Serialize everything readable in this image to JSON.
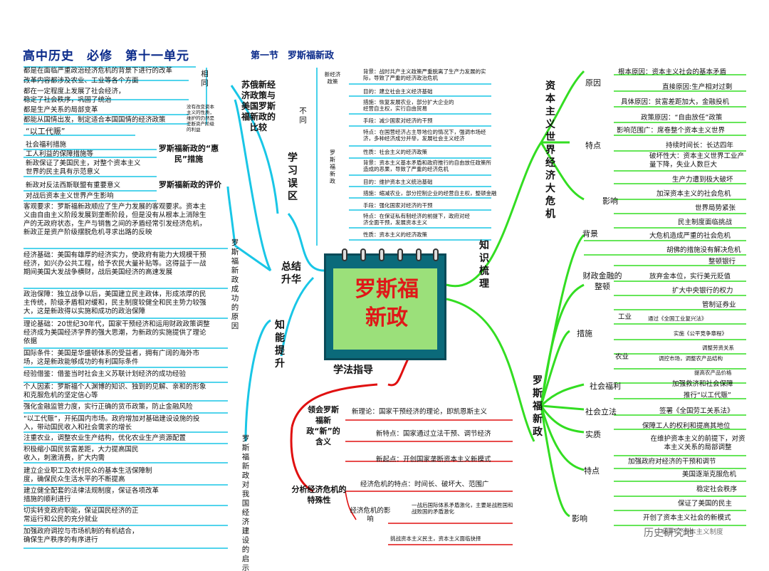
{
  "header": {
    "title": "高中历史　必修　第十一单元",
    "subtitle": "第一节　罗斯福新政"
  },
  "center": {
    "title": "罗斯福新政"
  },
  "branches": {
    "learn": "学习误区",
    "summary": "总结升华",
    "ability": "知能提升",
    "knowledge": "知识梳理",
    "method": "学法指导"
  },
  "misconceptions": {
    "compare": "苏俄新经济政策与美国罗斯福新政的比较",
    "same_label": "相同",
    "same_note": "没有改变资本主义的性质，维护的仍然是垄断资产阶级的利益",
    "same_items": [
      "都是在面临严重政治经济危机的背景下进行的改革",
      "改革内容都涉及农业、工业等各个方面",
      "都在一定程度上发展了社会经济，稳定了社会秩序，巩固了统治",
      "都是生产关系的局部变革",
      "都能从国情出发，制定适合本国国情的经济政策"
    ],
    "diff_label": "不同",
    "nep_label": "新经济政策",
    "nep_items": [
      "背景：战时共产主义政策严重脱离了生产力发展的实际，导致了严重的经济政治危机",
      "目的：建立社会主义经济基础",
      "措施：恢复发展农业，部分扩大企业的经营自主权，实行自由贸易",
      "手段：减少国家对经济的干预",
      "特点：在国营经济占主导地位的情况下，强调市场经济，多种经济成分并举，发展社会主义经济",
      "性质：社会主义的经济政策"
    ],
    "rnd_label": "罗斯福新政",
    "rnd_items": [
      "背景：资本主义基本矛盾和政府推行的自由放任政策所造成的恶果，导致了严重的经济危机",
      "目的：维护资本主义统治基础",
      "措施：缩减农业，部分控制企业的经营自主权，整顿金融",
      "手段：强化国家对经济的干预",
      "特点：在保证私有制经济的前提下，政府对经济全面干预，发展资本主义",
      "性质：资本主义的经济政策"
    ]
  },
  "huimin": {
    "label": "罗斯福新政的“惠民”措施",
    "items": [
      "“以工代赈”",
      "社会福利措施",
      "工人利益的保障措施等"
    ]
  },
  "evaluation": {
    "label": "罗斯福新政的评价",
    "items": [
      "新政保证了美国民主，对整个资本主义世界的民主具有示范意义",
      "新政对反法西斯联盟有重要意义",
      "对战后资本主义世界产生影响"
    ]
  },
  "success": {
    "label": "罗斯福新政成功的原因",
    "items": [
      "客观要求：罗斯福新政顺应了生产力发展的客观要求。资本主义由自由主义阶段发展到垄断阶段，但是没有从根本上消除生产的无政府状态，生产与销售之间的矛盾经常引发经济危机，新政正是资产阶级摆脱危机寻求出路的反映",
      "经济基础：美国有雄厚的经济实力，使政府有能力大规模干预经济，如兴办公共工程，给予农民大量补贴等。这得益于一战期间美国大发战争横财，战后美国经济的高速发展",
      "政治保障：独立战争以后，美国建立民主政体，形成浓厚的民主传统，阶级矛盾相对缓和，民主制度较健全和民主势力较强大，这是新政得以实施和成功的政治保障",
      "理论基础：20世纪30年代，国家干预经济和运用财政政策调整经济成为美国经济学界的强大思潮，为新政的实施提供了理论依据",
      "国际条件：美国是华盛顿体系的受益者，拥有广阔的海外市场，这是新政能够成功的有利国际条件",
      "经验借鉴：借鉴当时社会主义苏联计划经济的成功经验",
      "个人因素：罗斯福个人渊博的知识、独到的见解、亲和的形象和克服危机的坚定信心等"
    ]
  },
  "inspiration": {
    "label": "罗斯福新政对我国经济建设的启示",
    "items": [
      "强化金融监管力度，实行正确的货币政策，防止金融风险",
      "“以工代赈”，开拓国内市场。政府增加对基础建设设施的投入，带动国民收入和社会需求的增长",
      "注重农业，调整农业生产结构，优化农业生产资源配置",
      "积极缩小国民贫富差距，大力提高国民收入，刺激消费，扩大内需",
      "建立企业职工及农村民众的基本生活保障制度，确保民众生活水平的不断提高",
      "建立健全配套的法律法规制度，保证各项改革措施的顺利进行",
      "切实转变政府职能，保证国民经济的正常运行和公民的充分就业",
      "加强政府调控与市场机制的有机结合，确保生产秩序的有序进行"
    ]
  },
  "method": {
    "new_label": "领会罗斯福新政“新”的含义",
    "new_items": [
      "新理论：国家干预经济的理论，即凯恩斯主义",
      "新特点：国家通过立法干预、调节经济",
      "新起点：开创国家垄断资本主义新模式"
    ],
    "crisis_label": "分析经济危机的特殊性",
    "crisis_feature": "经济危机的特点：时间长、破坏大、范围广",
    "impact_label": "经济危机的影响",
    "impact_items": [
      "一战后国际体系矛盾激化，主要是战胜国和战败国的矛盾激化",
      "挑战资本主义民主，资本主义面临抉择"
    ]
  },
  "crisis": {
    "label": "资本主义世界经济大危机",
    "cause_label": "原因",
    "causes": [
      "根本原因：资本主义社会的基本矛盾",
      "直接原因:生产相对过剩",
      "具体原因：贫富差距加大，金融投机",
      "政策原因：“自由放任”政策"
    ],
    "feature_label": "特点",
    "features": [
      "影响范围广：席卷整个资本主义世界",
      "持续时间长：长达四年",
      "破坏性大：资本主义世界工业产量下降，失业人数巨大"
    ],
    "impact_label": "影响",
    "impacts": [
      "生产力遭到极大破坏",
      "加深资本主义的社会危机",
      "世界局势紧张",
      "民主制度面临挑战"
    ]
  },
  "newdeal": {
    "label": "罗斯福新政",
    "bg_label": "背景",
    "bgs": [
      "大危机造成严重的社会危机",
      "胡佛的措施没有解决危机"
    ],
    "fin_label": "财政金融的整顿",
    "fins": [
      "整顿银行",
      "放弃金本位，实行美元贬值",
      "扩大中央银行的权力",
      "管制证券业"
    ],
    "measure_label": "措施",
    "industry_label": "工业",
    "industry": [
      "通过《全国工业复兴法》",
      "实施《公平竞争章程》",
      "调整劳资关系"
    ],
    "agri_label": "农业",
    "agri": [
      "调控市场，调整农产品结构",
      "提高农产品价格"
    ],
    "welfare_label": "社会福利",
    "welfare": [
      "加强救济和社会保障"
    ],
    "law_label": "社会立法",
    "laws": [
      "推行“以工代赈”",
      "签署《全国劳工关系法》",
      "保障工人的权利和提高其地位"
    ],
    "essence_label": "实质",
    "essence": "在维护资本主义的前提下，对资本主义关系的局部调整",
    "feat_label": "特点",
    "feats": [
      "加强政府对经济的干预和调节"
    ],
    "eff_label": "影响",
    "effs": [
      "美国逐渐克服危机",
      "稳定社会秩序",
      "保证了美国的民主",
      "开创了资本主义社会的新模式",
      "维护了资本主义制度"
    ]
  },
  "watermark": "历史研究地"
}
